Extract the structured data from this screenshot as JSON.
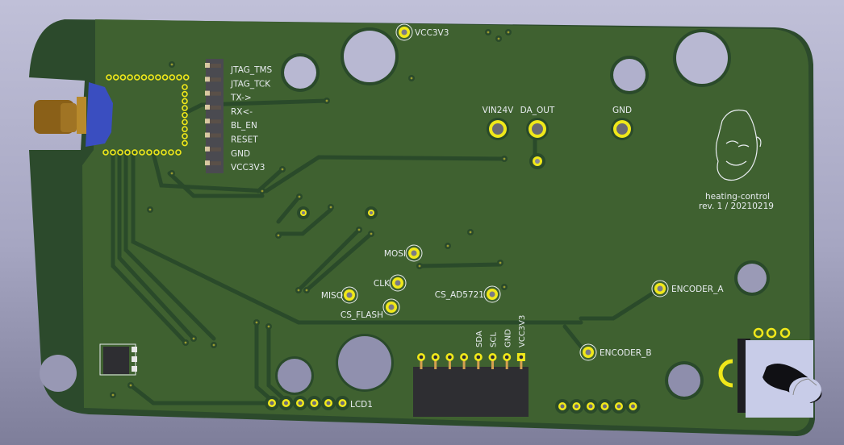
{
  "viewer": {
    "title": "PCB 3D viewer"
  },
  "board": {
    "name": "heating-control",
    "revision": "rev. 1 / 20210219",
    "colors": {
      "background_top": "#c0c0d8",
      "board_green": "#3f6130",
      "copper_track": "#2a4a2a",
      "pad_gold": "#f0e81a",
      "silkscreen": "#e8ecf0",
      "connector_blue": "#3a4ec0"
    }
  },
  "jtag_header": {
    "pins": [
      "JTAG_TMS",
      "JTAG_TCK",
      "TX->",
      "RX<-",
      "BL_EN",
      "RESET",
      "GND",
      "VCC3V3"
    ]
  },
  "power_pads": [
    {
      "label": "VIN24V"
    },
    {
      "label": "DA_OUT"
    },
    {
      "label": "GND"
    }
  ],
  "test_points": {
    "vcc3v3": "VCC3V3",
    "mosi": "MOSI",
    "clk": "CLK",
    "miso": "MISO",
    "cs_flash": "CS_FLASH",
    "cs_ad5721": "CS_AD5721",
    "encoder_a": "ENCODER_A",
    "encoder_b": "ENCODER_B"
  },
  "i2c_header": {
    "labels": [
      "SDA",
      "SCL",
      "GND",
      "VCC3V3"
    ]
  },
  "lcd": {
    "label": "LCD1"
  }
}
